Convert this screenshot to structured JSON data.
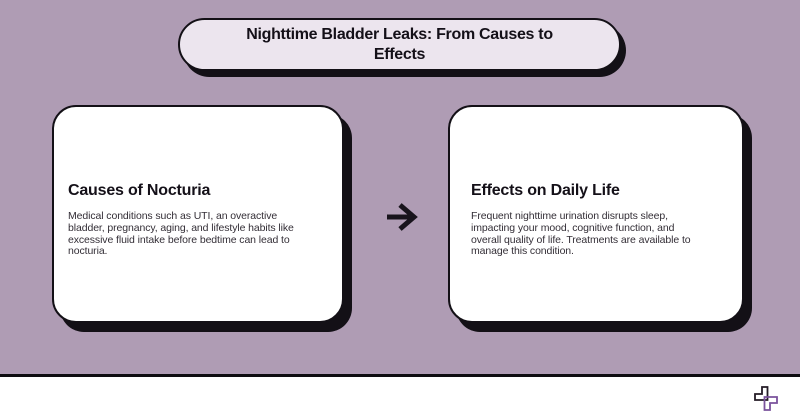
{
  "header": {
    "title_lines": [
      "Nighttime Bladder Leaks: From Causes to",
      "Effects"
    ]
  },
  "cards": [
    {
      "heading": "Causes of Nocturia",
      "body_lines": [
        "Medical conditions such as UTI, an overactive",
        "bladder, pregnancy, aging, and lifestyle habits like",
        "excessive fluid intake before bedtime can lead to",
        "nocturia."
      ]
    },
    {
      "heading": "Effects on Daily Life",
      "body_lines": [
        "Frequent nighttime urination disrupts sleep,",
        "impacting your mood, cognitive function, and",
        "overall quality of life. Treatments are available to",
        "manage this condition."
      ]
    }
  ],
  "connector": {
    "icon": "right-arrow"
  },
  "footer": {
    "logo": "split-cross-health-logo"
  },
  "colors": {
    "background": "#af9cb4",
    "title_fill": "#ece5ee",
    "card_fill": "#ffffff",
    "outline": "#131016",
    "body_text": "#332e36",
    "logo_dark": "#241b26",
    "logo_purple": "#7a529c"
  }
}
